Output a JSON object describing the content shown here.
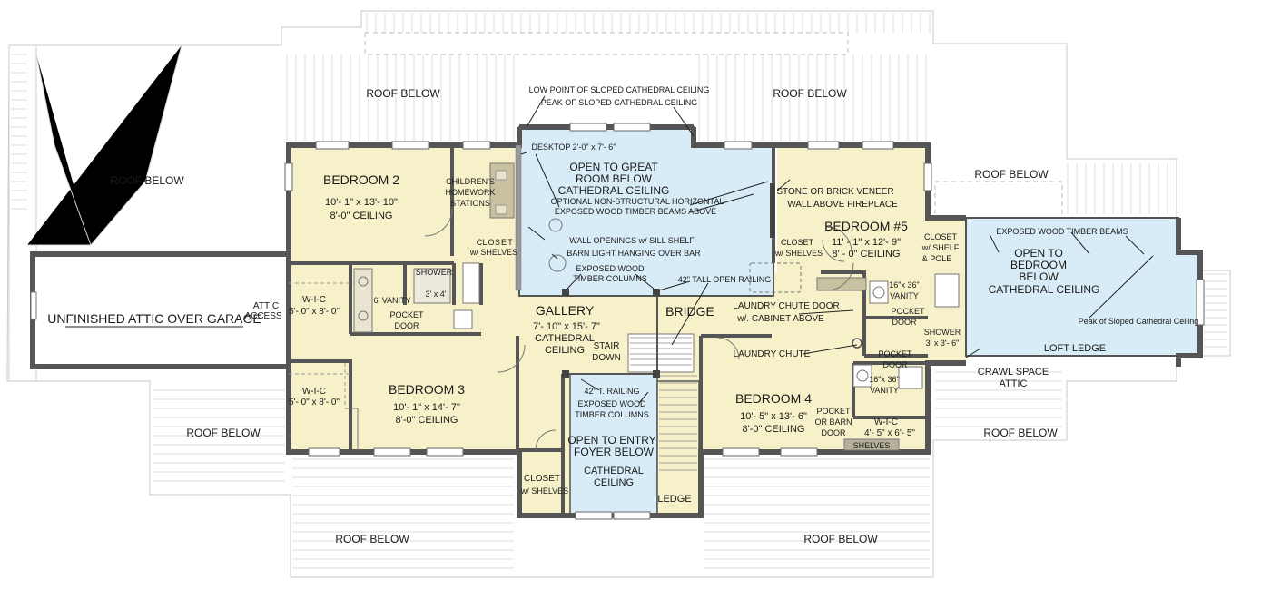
{
  "colors": {
    "room_fill": "#f6f1c9",
    "open_fill": "#d8ecf7",
    "wall": "#555555",
    "roof_line": "#d4d4d4",
    "closet_shelf": "#b5b09a"
  },
  "roof_labels": {
    "top_left": "ROOF BELOW",
    "top_right": "ROOF BELOW",
    "left_upper": "ROOF BELOW",
    "right_upper": "ROOF BELOW",
    "left_lower": "ROOF BELOW",
    "right_lower": "ROOF BELOW",
    "bottom_left": "ROOF BELOW",
    "bottom_right": "ROOF BELOW"
  },
  "attic": {
    "title": "UNFINISHED ATTIC OVER GARAGE",
    "access": [
      "ATTIC",
      "ACCESS"
    ],
    "crawl": [
      "CRAWL SPACE",
      "ATTIC"
    ]
  },
  "rooms": {
    "bedroom2": {
      "name": "BEDROOM 2",
      "size": "10'- 1\" x 13'- 10\"",
      "ceiling": "8'-0\" CEILING"
    },
    "bedroom3": {
      "name": "BEDROOM 3",
      "size": "10'- 1\" x 14'- 7\"",
      "ceiling": "8'-0\" CEILING"
    },
    "bedroom4": {
      "name": "BEDROOM 4",
      "size": "10'- 5\" x 13'- 6\"",
      "ceiling": "8'-0\" CEILING"
    },
    "bedroom5": {
      "name": "BEDROOM #5",
      "size": "11' - 1\" x 12'- 9\"",
      "ceiling": "8' - 0\" CEILING"
    },
    "gallery": {
      "name": "GALLERY",
      "size": "7'- 10\" x 15'- 7\"",
      "ceiling_1": "CATHEDRAL",
      "ceiling_2": "CEILING"
    },
    "bridge": "BRIDGE",
    "wic_upper": [
      "W-I-C",
      "5'- 0\" x 8'- 0\""
    ],
    "wic_lower": [
      "W-I-C",
      "5'- 0\" x 8'- 0\""
    ],
    "wic_b4": [
      "W-I-C",
      "4'- 5\" x 6'- 5\""
    ],
    "shelves": "SHELVES",
    "homework": [
      "CHILDREN'S",
      "HOMEWORK",
      "STATIONS"
    ],
    "closet_b2": [
      "C",
      "L",
      "O",
      "S",
      "E",
      "T"
    ],
    "closet_b2_shelves": "w/ SHELVES",
    "closet_lower": [
      "CLOSET",
      "w/ SHELVES"
    ],
    "closet_b5": [
      "CLOSET",
      "w/ SHELVES"
    ],
    "closet_pole": [
      "CLOSET",
      "w/ SHELF",
      "& POLE"
    ],
    "shower_left": [
      "SHOWER",
      "3' x 4'"
    ],
    "vanity_left": "6' VANITY",
    "pocket_left": [
      "POCKET",
      "DOOR"
    ],
    "vanity_r1": [
      "16\"x 36\"",
      "VANITY"
    ],
    "pocket_r1": [
      "POCKET",
      "DOOR"
    ],
    "shower_right": [
      "SHOWER",
      "3' x 3'- 6\""
    ],
    "pocket_r2": [
      "POCKET",
      "DOOR"
    ],
    "vanity_r2": [
      "16\"x 36\"",
      "VANITY"
    ],
    "pocket_barn": [
      "POCKET",
      "OR BARN",
      "DOOR"
    ],
    "stair": [
      "STAIR",
      "DOWN"
    ],
    "ledge": "LEDGE",
    "loft_ledge": "LOFT LEDGE"
  },
  "open_areas": {
    "great_room": [
      "OPEN TO GREAT",
      "ROOM BELOW",
      "CATHEDRAL CEILING"
    ],
    "foyer": [
      "OPEN TO ENTRY",
      "FOYER BELOW"
    ],
    "foyer_ceiling": [
      "CATHEDRAL",
      "CEILING"
    ],
    "bedroom_below": [
      "OPEN TO",
      "BEDROOM",
      "BELOW",
      "CATHEDRAL CEILING"
    ]
  },
  "notes": {
    "low_point": "LOW POINT OF SLOPED CATHEDRAL CEILING",
    "peak": "PEAK OF SLOPED CATHEDRAL CEILING",
    "desktop": "DESKTOP 2'-0\" x 7'- 6\"",
    "beams": [
      "OPTIONAL NON-STRUCTURAL HORIZONTAL",
      "EXPOSED WOOD TIMBER BEAMS ABOVE"
    ],
    "wall_openings": "WALL OPENINGS w/ SILL SHELF",
    "barn_light": "BARN LIGHT HANGING OVER BAR",
    "columns_upper": [
      "EXPOSED WOOD",
      "TIMBER COLUMNS"
    ],
    "railing_42": "42\" TALL OPEN RAILING",
    "veneer": [
      "STONE OR BRICK VENEER",
      "WALL ABOVE FIREPLACE"
    ],
    "laundry_door": [
      "LAUNDRY CHUTE DOOR",
      "w/. CABINET ABOVE"
    ],
    "laundry_chute": "LAUNDRY CHUTE",
    "railing_t": "42\" T. RAILING",
    "columns_lower": [
      "EXPOSED WOOD",
      "TIMBER COLUMNS"
    ],
    "exposed_beams": "EXPOSED WOOD TIMBER BEAMS",
    "peak_right": "Peak of Sloped Cathedral Ceiling"
  }
}
